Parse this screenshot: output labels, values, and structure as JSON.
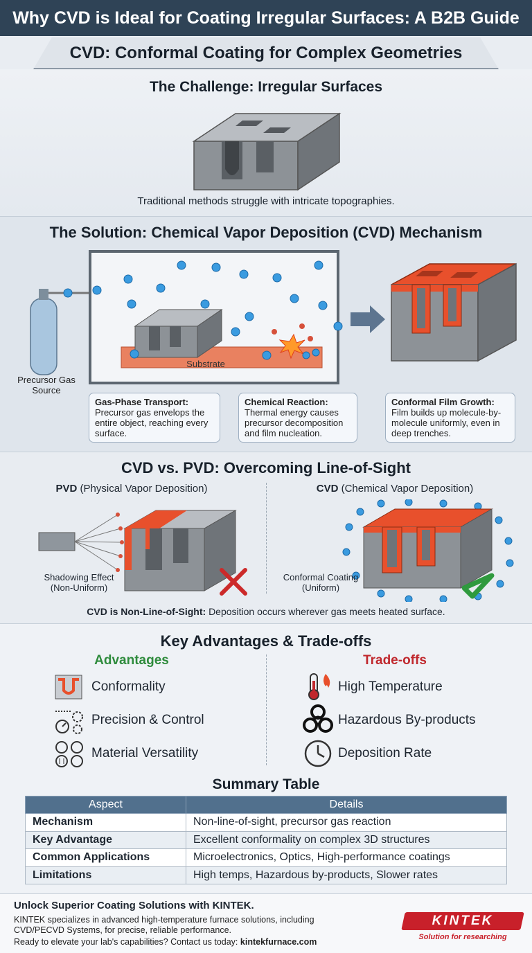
{
  "header": {
    "title": "Why CVD is Ideal for Coating Irregular Surfaces: A B2B Guide",
    "subtitle": "CVD: Conformal Coating for Complex Geometries"
  },
  "challenge": {
    "title": "The Challenge: Irregular Surfaces",
    "caption": "Traditional methods struggle with intricate topographies."
  },
  "solution": {
    "title": "The Solution: Chemical Vapor Deposition (CVD) Mechanism",
    "gas_source_label": "Precursor Gas Source",
    "substrate_label": "Substrate",
    "callouts": [
      {
        "heading": "Gas-Phase Transport:",
        "text": "Precursor gas envelops the entire object, reaching every surface."
      },
      {
        "heading": "Chemical Reaction:",
        "text": "Thermal energy causes precursor decomposition and film nucleation."
      },
      {
        "heading": "Conformal Film Growth:",
        "text": "Film builds up molecule-by-molecule uniformly, even in deep trenches."
      }
    ]
  },
  "compare": {
    "title": "CVD vs. PVD: Overcoming Line-of-Sight",
    "pvd_abbr": "PVD",
    "pvd_full": "(Physical Vapor Deposition)",
    "cvd_abbr": "CVD",
    "cvd_full": "(Chemical Vapor Deposition)",
    "pvd_effect": "Shadowing Effect",
    "pvd_effect_sub": "(Non-Uniform)",
    "cvd_effect": "Conformal Coating",
    "cvd_effect_sub": "(Uniform)",
    "note_bold": "CVD is Non-Line-of-Sight:",
    "note_text": "Deposition occurs wherever gas meets heated surface."
  },
  "advantages": {
    "title": "Key Advantages & Trade-offs",
    "adv_heading": "Advantages",
    "trade_heading": "Trade-offs",
    "adv_items": [
      "Conformality",
      "Precision & Control",
      "Material Versatility"
    ],
    "trade_items": [
      "High Temperature",
      "Hazardous By-products",
      "Deposition Rate"
    ],
    "colors": {
      "advantage": "#2e8b3c",
      "tradeoff": "#c0282d"
    }
  },
  "summary": {
    "title": "Summary Table",
    "headers": [
      "Aspect",
      "Details"
    ],
    "rows": [
      [
        "Mechanism",
        "Non-line-of-sight, precursor gas reaction"
      ],
      [
        "Key Advantage",
        "Excellent conformality on complex 3D structures"
      ],
      [
        "Common Applications",
        "Microelectronics, Optics, High-performance coatings"
      ],
      [
        "Limitations",
        "High temps, Hazardous by-products, Slower rates"
      ]
    ]
  },
  "footer": {
    "title": "Unlock Superior Coating Solutions with KINTEK.",
    "line1": "KINTEK specializes in advanced high-temperature furnace solutions, including",
    "line2": "CVD/PECVD Systems, for precise, reliable performance.",
    "cta": "Ready to elevate your lab's capabilities? Contact us today:",
    "url": "kintekfurnace.com",
    "logo": "KINTEK",
    "tagline": "Solution for researching"
  },
  "colors": {
    "header_bg": "#2f4356",
    "film": "#e8502c",
    "particle": "#3a9be0",
    "brand": "#c8202a"
  }
}
